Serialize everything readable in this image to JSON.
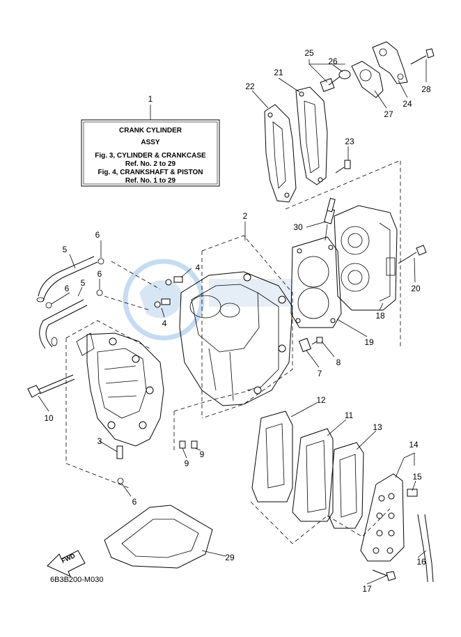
{
  "info_box": {
    "title": "CRANK CYLINDER",
    "subtitle": "ASSY",
    "ref_line_1": "Fig. 3, CYLINDER & CRANKCASE",
    "ref_line_2": "Ref. No. 2 to 29",
    "ref_line_3": "Fig. 4, CRANKSHAFT & PISTON",
    "ref_line_4": "Ref. No. 1 to 29"
  },
  "callouts": {
    "n1": "1",
    "n2": "2",
    "n3": "3",
    "n4a": "4",
    "n4b": "4",
    "n5a": "5",
    "n5b": "5",
    "n6a": "6",
    "n6b": "6",
    "n6c": "6",
    "n6d": "6",
    "n7": "7",
    "n8": "8",
    "n9a": "9",
    "n9b": "9",
    "n10": "10",
    "n11": "11",
    "n12": "12",
    "n13": "13",
    "n14": "14",
    "n15": "15",
    "n16": "16",
    "n17": "17",
    "n18": "18",
    "n19": "19",
    "n20": "20",
    "n21": "21",
    "n22": "22",
    "n23": "23",
    "n24": "24",
    "n25": "25",
    "n26": "26",
    "n27": "27",
    "n28": "28",
    "n29": "29",
    "n30": "30"
  },
  "fwd_label": "FWD",
  "diagram_code": "6B3B200-M030"
}
